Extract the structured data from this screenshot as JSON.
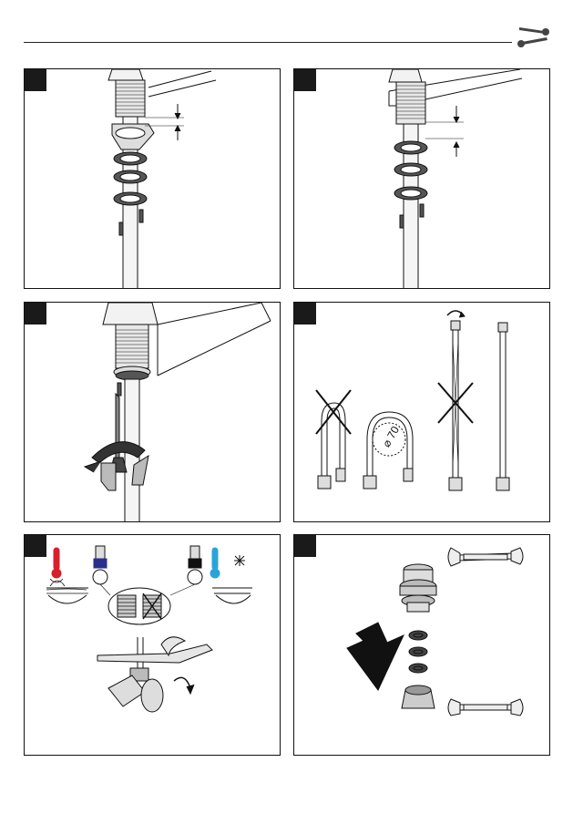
{
  "header": {
    "icon": "wrench-icon"
  },
  "panels": [
    {
      "id": "step-1",
      "description_icon": "washer-assembly"
    },
    {
      "id": "step-2",
      "description_icon": "washer-assembly-thick-counter"
    },
    {
      "id": "step-3",
      "description_icon": "screwdriver-tighten"
    },
    {
      "id": "step-4",
      "description_icon": "hose-bending",
      "diameter_label": "70"
    },
    {
      "id": "step-5",
      "description_icon": "hot-cold-connection"
    },
    {
      "id": "step-6",
      "description_icon": "connector-parts"
    }
  ],
  "colors": {
    "hot": "#d6202b",
    "cold": "#2aa4d8",
    "ink": "#111111",
    "step_badge": "#1a1a1a"
  }
}
